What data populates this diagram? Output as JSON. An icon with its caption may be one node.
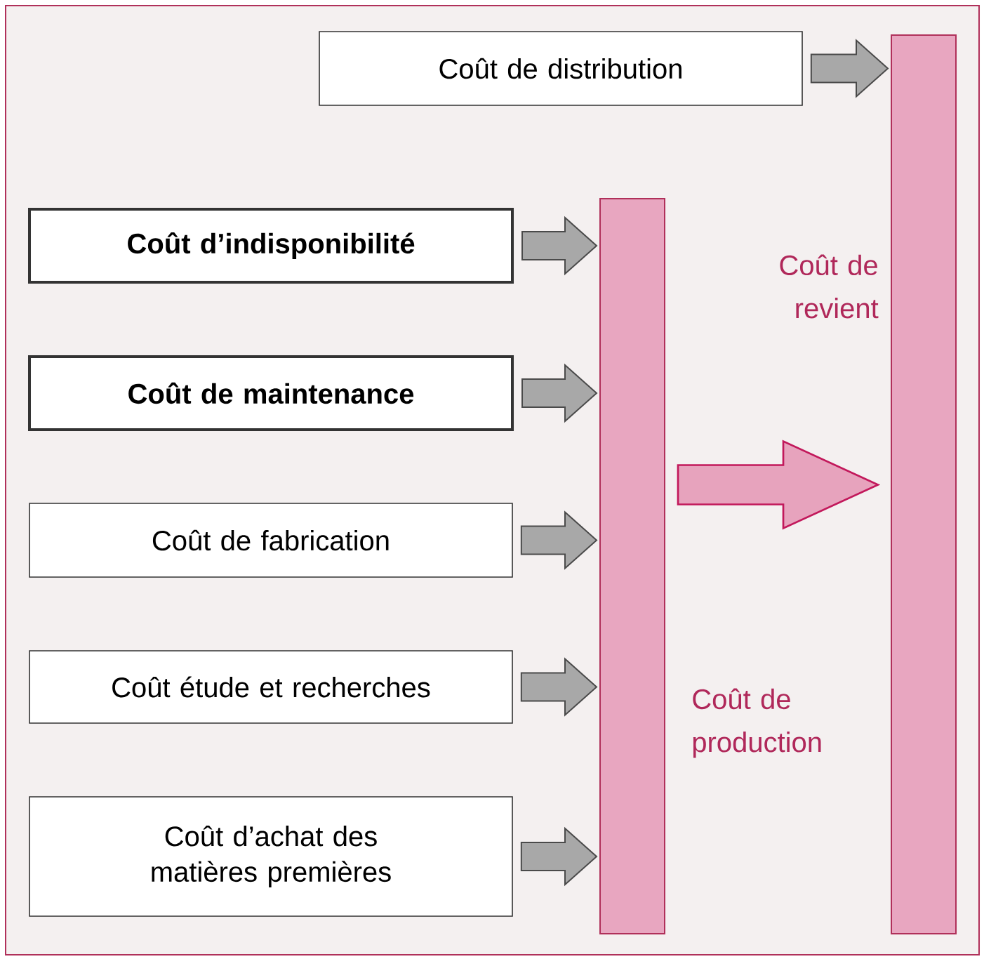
{
  "diagram": {
    "nodes": [
      {
        "text": [
          "Coût de distribution"
        ]
      },
      {
        "text": [
          "Coût d’indisponibilité"
        ]
      },
      {
        "text": [
          "Coût de maintenance"
        ]
      },
      {
        "text": [
          "Coût de fabrication"
        ]
      },
      {
        "text": [
          "Coût étude et recherches"
        ]
      },
      {
        "text": [
          "Coût d’achat des matières premières"
        ]
      },
      {
        "text": [],
        "shape": "bar",
        "beside": [
          "Coût de production"
        ]
      },
      {
        "text": [],
        "shape": "bar",
        "beside": [
          "Coût de revient"
        ]
      }
    ],
    "edges": [
      {
        "from": 0,
        "to": 7,
        "arrow": "to"
      },
      {
        "from": 1,
        "to": 6,
        "arrow": "to"
      },
      {
        "from": 2,
        "to": 6,
        "arrow": "to"
      },
      {
        "from": 3,
        "to": 6,
        "arrow": "to"
      },
      {
        "from": 4,
        "to": 6,
        "arrow": "to"
      },
      {
        "from": 5,
        "to": 6,
        "arrow": "to"
      },
      {
        "from": 6,
        "to": 7,
        "arrow": "to",
        "style": "thick",
        "color": "#c2185b"
      }
    ]
  }
}
